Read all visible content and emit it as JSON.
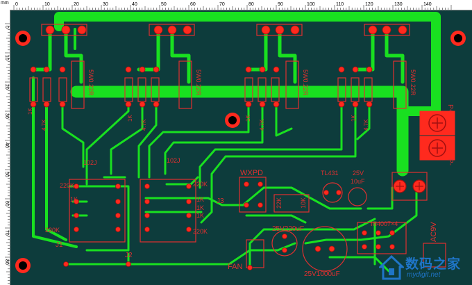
{
  "ruler": {
    "unit": "mm",
    "top_ticks": [
      "0",
      "10",
      "20",
      "30",
      "40",
      "50",
      "60",
      "70",
      "80",
      "90",
      "100",
      "110",
      "120",
      "130",
      "140"
    ],
    "left_ticks": [
      "0",
      "10",
      "20",
      "30",
      "40",
      "50",
      "60",
      "70",
      "80"
    ]
  },
  "colors": {
    "board": "#0d3c3c",
    "copper": "#19e020",
    "silkscreen": "#e03030",
    "pad": "#ff2a1e",
    "hole": "#000000",
    "watermark": "#1f75c8"
  },
  "labels": {
    "res_top": [
      "5W0.22R",
      "5W0.22R",
      "5W0.22R",
      "5W0.22R"
    ],
    "r1k": [
      "1K",
      "1K",
      "1K",
      "1K"
    ],
    "r47k": [
      "4.7K",
      "4.7K",
      "4.7K",
      "4.7K"
    ],
    "c102j_left": "102J",
    "c102j_right": "102J",
    "r220k_left_top": "220K",
    "r220k_right_top": "220K",
    "r220k_left_bot": "220K",
    "r220k_right_bot": "220K",
    "r1k_left": "1K",
    "r1k_right_a": "1K",
    "r1k_right_b": "1K",
    "r1k_right_c": "1K",
    "j1": "J1",
    "j2": "J2",
    "j3": "J3",
    "wxpd": "WXPD",
    "tl431": "TL431",
    "cap25v": "25V",
    "cap10uf": "10uF",
    "r22k": "22K",
    "r10k": "10K",
    "cap25v220uf": "25V220uF",
    "cap25v1000uf": "25V1000uF",
    "fan": "FAN",
    "in4007x4": "IN4007×4",
    "ac9v": "AC9V",
    "p_plus": "P+",
    "p_minus": "P-"
  },
  "watermark": {
    "title": "数码之家",
    "url": "mydigit.net"
  }
}
